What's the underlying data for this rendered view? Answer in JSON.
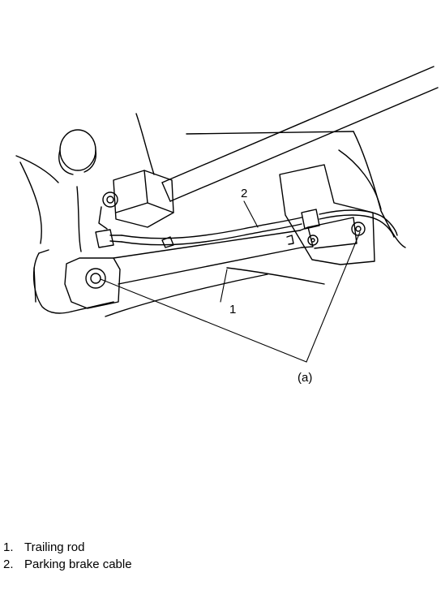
{
  "callouts": {
    "one": "1",
    "two": "2",
    "a": "(a)"
  },
  "legend": [
    {
      "number": "1.",
      "label": "Trailing rod"
    },
    {
      "number": "2.",
      "label": "Parking brake cable"
    }
  ]
}
